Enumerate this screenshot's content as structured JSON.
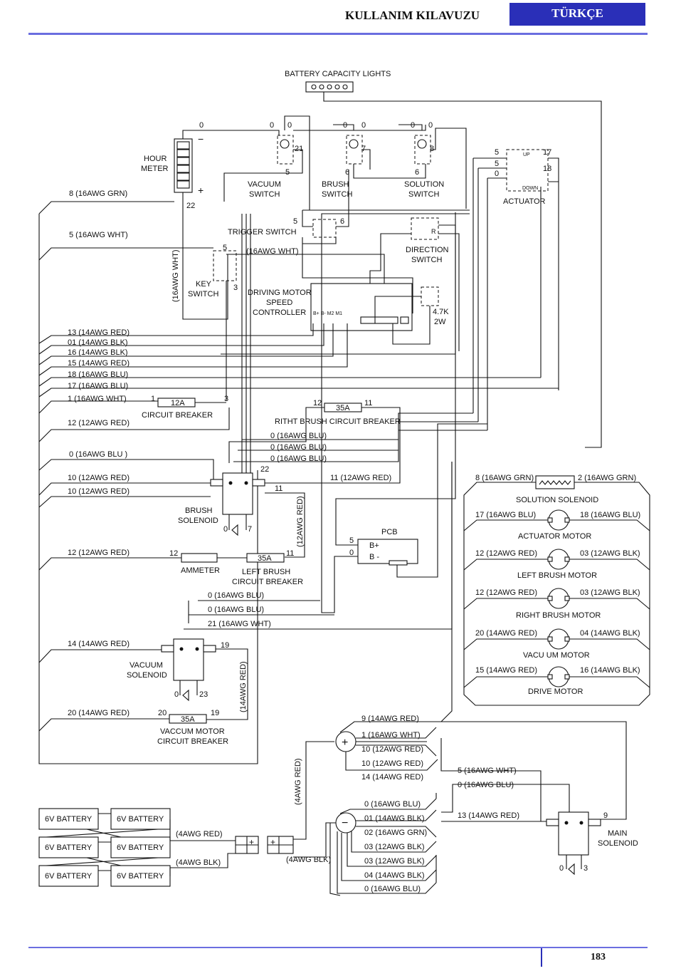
{
  "header": {
    "title": "KULLANIM KILAVUZU",
    "language_tab": "TÜRKÇE",
    "accent_color": "#2a2fb8"
  },
  "footer": {
    "page_number": "183"
  },
  "components": {
    "battery_lights": "BATTERY CAPACITY LIGHTS",
    "hour_meter_1": "HOUR",
    "hour_meter_2": "METER",
    "vacuum_switch_1": "VACUUM",
    "vacuum_switch_2": "SWITCH",
    "brush_switch_1": "BRUSH",
    "brush_switch_2": "SWITCH",
    "solution_switch_1": "SOLUTION",
    "solution_switch_2": "SWITCH",
    "actuator": "ACTUATOR",
    "act_up": "UP",
    "act_down": "DOWN",
    "trigger_switch": "TRIGGER SWITCH",
    "direction_switch_1": "DIRECTION",
    "direction_switch_2": "SWITCH",
    "key_switch_1": "KEY",
    "key_switch_2": "SWITCH",
    "controller_1": "DRIVING MOTOR",
    "controller_2": "SPEED",
    "controller_3": "CONTROLLER",
    "ctrl_terms": "B+  B-   M2     M1",
    "resistor_1": "4.7K",
    "resistor_2": "2W",
    "circuit_breaker": "CIRCUIT BREAKER",
    "right_brush_cb": "RITHT BRUSH CIRCUIT BREAKER",
    "brush_solenoid_1": "BRUSH",
    "brush_solenoid_2": "SOLENOID",
    "ammeter": "AMMETER",
    "left_brush_cb_1": "LEFT BRUSH",
    "left_brush_cb_2": "CIRCUIT BREAKER",
    "pcb": "PCB",
    "pcb_bplus": "B+",
    "pcb_bminus": "B -",
    "vacuum_solenoid_1": "VACUUM",
    "vacuum_solenoid_2": "SOLENOID",
    "vacuum_motor_cb_1": "VACCUM MOTOR",
    "vacuum_motor_cb_2": "CIRCUIT BREAKER",
    "solution_solenoid": "SOLUTION SOLENOID",
    "actuator_motor": "ACTUATOR MOTOR",
    "left_brush_motor": "LEFT BRUSH MOTOR",
    "right_brush_motor": "RIGHT BRUSH MOTOR",
    "vacuum_motor": "VACU UM MOTOR",
    "drive_motor": "DRIVE MOTOR",
    "main_solenoid_1": "MAIN",
    "main_solenoid_2": "SOLENOID",
    "battery": "6V BATTERY",
    "cb_12a": "12A",
    "cb_35a": "35A"
  },
  "wire_labels": {
    "w8_grn": "8  (16AWG GRN)",
    "w5_wht": "5  (16AWG WHT)",
    "w16awg_wht_mid": "(16AWG WHT)",
    "w16awg_wht_vert": "(16AWG WHT)",
    "w13": "13  (14AWG RED)",
    "w01": "01  (14AWG BLK)",
    "w16": "16  (14AWG BLK)",
    "w15": "15  (14AWG RED)",
    "w18": "18  (16AWG BLU)",
    "w17": "17  (16AWG BLU)",
    "w1": "1    (16AWG WHT)",
    "w12": "12  (12AWG RED)",
    "w0_blu_a": "0   (16AWG BLU)",
    "w0_blu_b": "0   (16AWG BLU)",
    "w0_blu_c": "0   (16AWG BLU)",
    "w0_blu_left": "0  (16AWG BLU )",
    "w11_red": "11 (12AWG RED)",
    "w10_a": "10  (12AWG RED)",
    "w10_b": "10  (12AWG RED)",
    "w12awg_red_vert": "(12AWG RED)",
    "w12_left": "12  (12AWG RED)",
    "w0_blu_d": "0      (16AWG BLU)",
    "w0_blu_e": "0      (16AWG BLU)",
    "w21_wht": "21    (16AWG WHT)",
    "w14_red": "14  (14AWG RED)",
    "w14awg_red_vert": "(14AWG RED)",
    "w20_red": "20  (14AWG RED)",
    "sol_8": "8 (16AWG GRN)",
    "sol_2": "2 (16AWG GRN)",
    "am_17": "17 (16AWG BLU)",
    "am_18": "18 (16AWG BLU)",
    "lb_12": "12 (12AWG RED)",
    "lb_03": "03 (12AWG BLK)",
    "rb_12": "12 (12AWG RED)",
    "rb_03": "03 (12AWG BLK)",
    "vm_20": "20 (14AWG RED)",
    "vm_04": "04 (14AWG BLK)",
    "dm_15": "15 (14AWG RED)",
    "dm_16": "16 (14AWG BLK)",
    "p9": "9 (14AWG RED)",
    "p1": "1  (16AWG WHT)",
    "p10a": "10  (12AWG RED)",
    "p10b": "10  (12AWG RED)",
    "p14": "14  (14AWG RED)",
    "m5": "5  (16AWG WHT)",
    "m0": "0  (16AWG BLU)",
    "m13": "13  (14AWG RED)",
    "n0a": "0   (16AWG BLU)",
    "n01": "01  (14AWG BLK)",
    "n02": "02  (16AWG GRN)",
    "n03a": "03  (12AWG BLK)",
    "n03b": "03  (12AWG BLK)",
    "n04": "04  (14AWG BLK)",
    "n0b": "0   (16AWG BLU)",
    "w4awg_red_vert": "(4AWG RED)",
    "w4awg_red": "(4AWG RED)",
    "w4awg_blk": "(4AWG BLK)",
    "w4awg_blk2": "(4AWG BLK)"
  }
}
